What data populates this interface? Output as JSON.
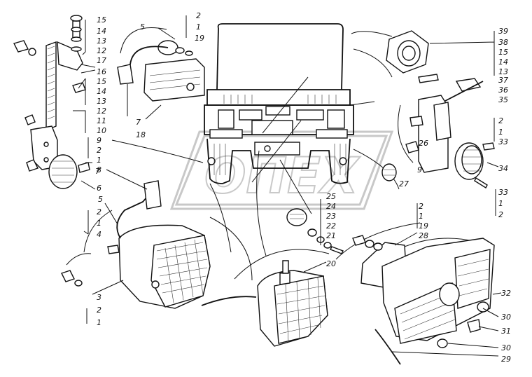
{
  "diagram": {
    "watermark": "ОПЕХ",
    "labels": {
      "l15a": "15",
      "l14a": "14",
      "l13a": "13",
      "l12a": "12",
      "l17": "17",
      "l16": "16",
      "l15b": "15",
      "l14b": "14",
      "l13b": "13",
      "l12b": "12",
      "l11": "11",
      "l10": "10",
      "l9a": "9",
      "l2a": "2",
      "l1a": "1",
      "l8": "8",
      "l6": "6",
      "l5a": "5",
      "l2b": "2",
      "l1b": "1",
      "l19a": "19",
      "l7a": "7",
      "l18": "18",
      "l7b": "7",
      "l5b": "5",
      "l2c": "2",
      "l1c": "1",
      "l4": "4",
      "l3": "3",
      "l2d": "2",
      "l1d": "1",
      "l39": "39",
      "l38": "38",
      "l15c": "15",
      "l14c": "14",
      "l13c": "13",
      "l37": "37",
      "l36": "36",
      "l35": "35",
      "l2e": "2",
      "l1e": "1",
      "l33a": "33",
      "l26": "26",
      "l34": "34",
      "l9b": "9",
      "l27": "27",
      "l33b": "33",
      "l1f": "1",
      "l2f": "2",
      "l25": "25",
      "l24": "24",
      "l23": "23",
      "l22": "22",
      "l21": "21",
      "l20": "20",
      "l2g": "2",
      "l1g": "1",
      "l19b": "19",
      "l28": "28",
      "l32": "32",
      "l30a": "30",
      "l31": "31",
      "l30b": "30",
      "l29": "29"
    }
  }
}
